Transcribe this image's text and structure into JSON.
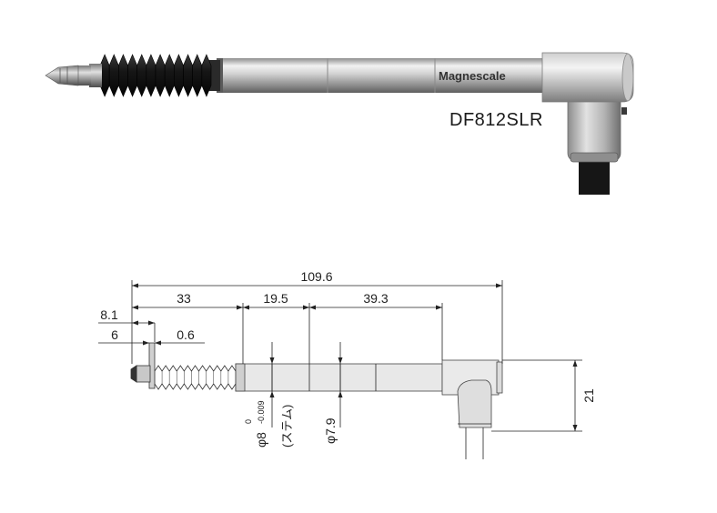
{
  "product": {
    "model": "DF812SLR",
    "brand_marking": "Magnescale"
  },
  "drawing": {
    "dimensions": {
      "overall_length": "109.6",
      "segment_a": "33",
      "segment_b": "19.5",
      "segment_c": "39.3",
      "tip_length": "8.1",
      "tip_offset": "6",
      "flange": "0.6",
      "height": "21"
    },
    "diameters": {
      "stem_symbol": "φ8",
      "stem_tol_upper": "0",
      "stem_tol_lower": "-0.009",
      "stem_note": "(ステム)",
      "body": "φ7.9"
    }
  },
  "colors": {
    "line": "#222222",
    "bellows": "#151515",
    "metal_light": "#e6e6e6",
    "metal_mid": "#b4b4b4",
    "metal_dark": "#7a7a7a"
  }
}
